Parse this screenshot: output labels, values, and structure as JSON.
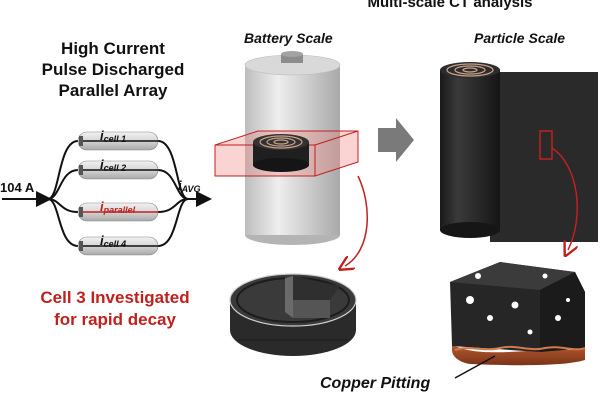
{
  "header": {
    "title": "Multi-scale CT analysis"
  },
  "left_panel": {
    "title_lines": [
      "High Current",
      "Pulse Discharged",
      "Parallel Array"
    ],
    "input_current": "104 A",
    "cells": [
      {
        "sym": "i",
        "sub": "cell 1"
      },
      {
        "sym": "i",
        "sub": "cell 2"
      },
      {
        "sym": "i",
        "sub": "parallel"
      },
      {
        "sym": "i",
        "sub": "cell 4"
      }
    ],
    "output_current": {
      "sym": "i",
      "sub": "AVG"
    },
    "finding_lines": [
      "Cell 3 Investigated",
      "for rapid decay"
    ]
  },
  "battery_panel": {
    "label": "Battery Scale"
  },
  "particle_panel": {
    "label": "Particle Scale",
    "annotation": "Copper Pitting"
  },
  "colors": {
    "highlight_red": "#c0211f",
    "electrode_dark": "#1e1e1e",
    "cell_gray": "#d4d4d4",
    "copper": "#9a4a2a"
  }
}
